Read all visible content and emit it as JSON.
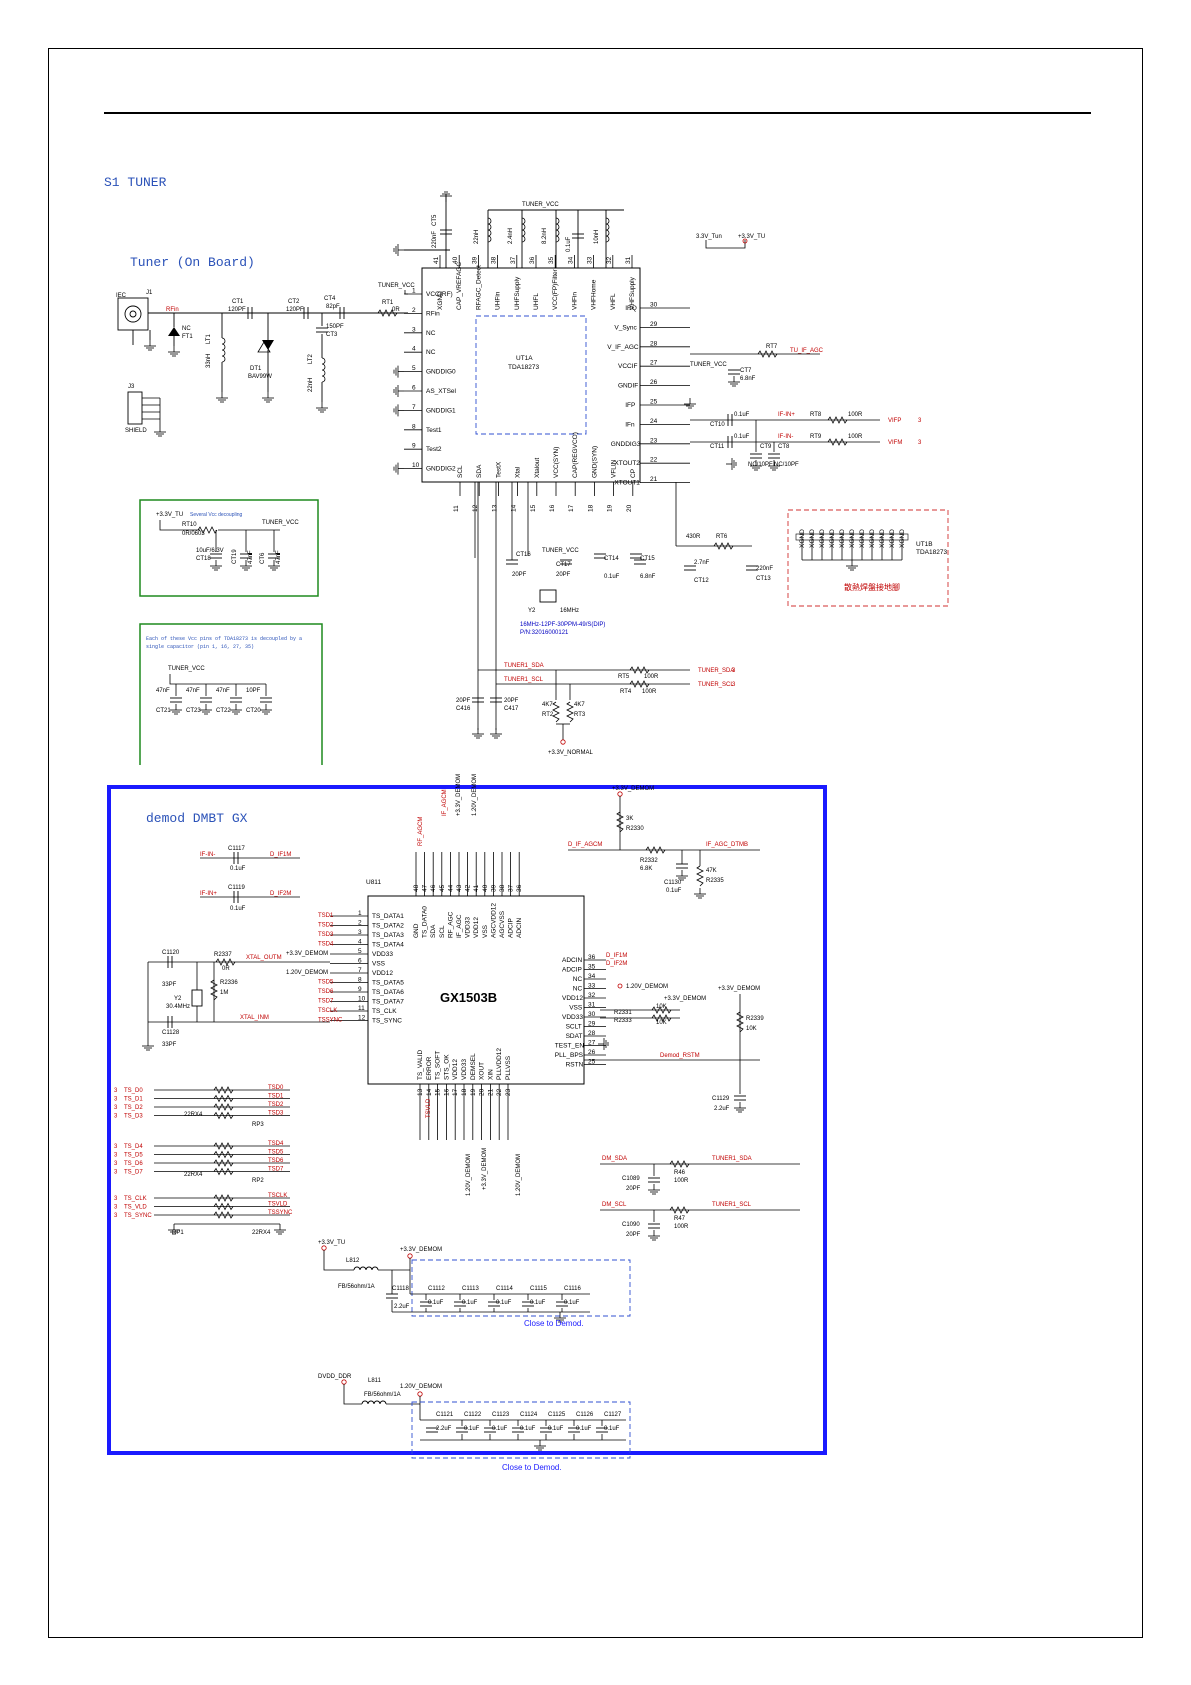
{
  "page": {
    "header_title": "S1 TUNER"
  },
  "tuner": {
    "title": "Tuner (On Board)",
    "chip_ref": "UT1A",
    "chip_part": "TDA18273",
    "chip_ref_b": "UT1B",
    "chip_part_b": "TDA18273",
    "left_pins": [
      {
        "num": "1",
        "name": "VCC(RF)"
      },
      {
        "num": "2",
        "name": "RFin"
      },
      {
        "num": "3",
        "name": "NC"
      },
      {
        "num": "4",
        "name": "NC"
      },
      {
        "num": "5",
        "name": "GNDDIG0"
      },
      {
        "num": "6",
        "name": "AS_XTSel"
      },
      {
        "num": "7",
        "name": "GNDDIG1"
      },
      {
        "num": "8",
        "name": "Test1"
      },
      {
        "num": "9",
        "name": "Test2"
      },
      {
        "num": "10",
        "name": "GNDDIG2"
      }
    ],
    "right_pins": [
      {
        "num": "30",
        "name": "IRQ"
      },
      {
        "num": "29",
        "name": "V_Sync"
      },
      {
        "num": "28",
        "name": "V_IF_AGC"
      },
      {
        "num": "27",
        "name": "VCCIF"
      },
      {
        "num": "26",
        "name": "GNDIF"
      },
      {
        "num": "25",
        "name": "IFP"
      },
      {
        "num": "24",
        "name": "IFn"
      },
      {
        "num": "23",
        "name": "GNDDIG3"
      },
      {
        "num": "22",
        "name": "XTOUT2"
      },
      {
        "num": "21",
        "name": "XTOUT1"
      }
    ],
    "top_pins": [
      {
        "num": "41",
        "name": "XGND"
      },
      {
        "num": "40",
        "name": "CAP_VREFAGC"
      },
      {
        "num": "39",
        "name": "RFAGC_Detect"
      },
      {
        "num": "38",
        "name": "UHFin"
      },
      {
        "num": "37",
        "name": "UHFSupply"
      },
      {
        "num": "36",
        "name": "UHFL"
      },
      {
        "num": "35",
        "name": "VCC(FP)Filter"
      },
      {
        "num": "34",
        "name": "VHFin"
      },
      {
        "num": "33",
        "name": "VHFHome"
      },
      {
        "num": "32",
        "name": "VHFL"
      },
      {
        "num": "31",
        "name": "VHFSupply"
      }
    ],
    "bottom_pins": [
      {
        "num": "11",
        "name": "SCL"
      },
      {
        "num": "12",
        "name": "SDA"
      },
      {
        "num": "13",
        "name": "TestX"
      },
      {
        "num": "14",
        "name": "Xtal"
      },
      {
        "num": "15",
        "name": "Xtalout"
      },
      {
        "num": "16",
        "name": "VCC(SYN)"
      },
      {
        "num": "17",
        "name": "CAP(REGVCO)"
      },
      {
        "num": "18",
        "name": "GND(SYN)"
      },
      {
        "num": "19",
        "name": "VFLIN"
      },
      {
        "num": "20",
        "name": "CP"
      }
    ],
    "labels": {
      "tuner_vcc": "TUNER_VCC",
      "iec": "IEC",
      "j1": "J1",
      "rfin": "RFin",
      "nc": "NC",
      "ft1": "FT1",
      "j3": "J3",
      "shield": "SHIELD",
      "lt1": "LT1",
      "lt1_val": "33nH",
      "dt1": "DT1",
      "dt1_val": "BAV99W",
      "lt2": "LT2",
      "lt2_val": "22nH",
      "ct1": "CT1",
      "ct1_val": "120PF",
      "ct2": "CT2",
      "ct2_val": "120PF",
      "ct3": "CT3",
      "ct3_val": "150PF",
      "ct4": "CT4",
      "ct4_val": "82pF",
      "rt1": "RT1",
      "rt1_val": "0R",
      "ct5": "CT5",
      "ct5_val": "220nF",
      "l_vals": [
        "22nH",
        "2.4nH",
        "8.2nH",
        "0.1uF",
        "10nH"
      ],
      "tun_3v3": "3.3V_Tun",
      "tu_3v3": "+3.3V_TU",
      "rt7": "RT7",
      "tu_if_agc": "TU_IF_AGC",
      "ct7": "CT7",
      "ct7_val": "6.8nF",
      "ifp_net": "IF-IN+",
      "ifn_net": "IF-IN-",
      "rt8": "RT8",
      "rt9": "RT9",
      "r100": "100R",
      "vifp": "VIFP",
      "vifm": "VIFM",
      "ct10": "CT10",
      "ct11": "CT11",
      "c01": "0.1uF",
      "ct9": "CT9",
      "ct8": "CT8",
      "ct9_val": "NC/10PF",
      "ct8_val": "NC/10PF",
      "rt6": "RT6",
      "rt6_val": "430R",
      "ct12": "CT12",
      "ct12_val": "2.7nF",
      "ct13": "CT13",
      "ct13_val": "220nF",
      "ct14": "CT14",
      "ct14_val": "0.1uF",
      "ct15": "CT15",
      "ct15_val": "6.8nF",
      "ct16": "CT16",
      "ct17": "CT17",
      "c20p": "20PF",
      "y2": "Y2",
      "y2_freq": "16MHz",
      "xtal_spec": "16MHz-12PF-30PPM-49/S(DIP)",
      "xtal_pn": "P/N:32016000121",
      "tuner1_sda": "TUNER1_SDA",
      "tuner1_scl": "TUNER1_SCL",
      "tuner_sda": "TUNER_SDA",
      "tuner_scl": "TUNER_SCL",
      "rt5": "RT5",
      "rt4": "RT4",
      "c416": "C416",
      "c417": "C417",
      "rt2": "RT2",
      "rt3": "RT3",
      "r4k7": "4K7",
      "v33_normal": "+3.3V_NORMAL",
      "page_ref": "3",
      "gnd_pads_caption": "散熱焊盤接地腳"
    },
    "decoupling_box1": {
      "note": "Several Vcc decoupling",
      "v33": "+3.3V_TU",
      "tuner_vcc": "TUNER_VCC",
      "rt10": "RT10",
      "rt10_val": "0R/0603",
      "ct18": "CT18",
      "ct18_val": "10uF/6.3V",
      "ct19": "CT19",
      "ct19_val": "47nF",
      "ct6": "CT6",
      "ct6_val": "47nF"
    },
    "decoupling_box2": {
      "note1": "Each of these Vcc pins of TDA18273 is decoupled by a",
      "note2": "single capacitor (pin 1, 16, 27, 35)",
      "tuner_vcc": "TUNER_VCC",
      "caps": [
        {
          "ref": "CT21",
          "val": "47nF"
        },
        {
          "ref": "CT23",
          "val": "47nF"
        },
        {
          "ref": "CT22",
          "val": "47nF"
        },
        {
          "ref": "CT20",
          "val": "10PF"
        }
      ]
    }
  },
  "demod": {
    "title": "demod DMBT GX",
    "chip_ref": "U811",
    "chip_part": "GX1503B",
    "left_pins": [
      {
        "num": "1",
        "name": "TS_DATA1",
        "net": "TSD1"
      },
      {
        "num": "2",
        "name": "TS_DATA2",
        "net": "TSD2"
      },
      {
        "num": "3",
        "name": "TS_DATA3",
        "net": "TSD3"
      },
      {
        "num": "4",
        "name": "TS_DATA4",
        "net": "TSD4"
      },
      {
        "num": "5",
        "name": "VDD33",
        "net": "+3.3V_DEMOM"
      },
      {
        "num": "6",
        "name": "VSS",
        "net": ""
      },
      {
        "num": "7",
        "name": "VDD12",
        "net": "1.20V_DEMOM"
      },
      {
        "num": "8",
        "name": "TS_DATA5",
        "net": "TSD5"
      },
      {
        "num": "9",
        "name": "TS_DATA6",
        "net": "TSD6"
      },
      {
        "num": "10",
        "name": "TS_DATA7",
        "net": "TSD7"
      },
      {
        "num": "11",
        "name": "TS_CLK",
        "net": "TSCLK"
      },
      {
        "num": "12",
        "name": "TS_SYNC",
        "net": "TSSYNC"
      }
    ],
    "right_pins": [
      {
        "num": "36",
        "name": "ADCIN"
      },
      {
        "num": "35",
        "name": "ADCIP"
      },
      {
        "num": "34",
        "name": "NC"
      },
      {
        "num": "33",
        "name": "NC"
      },
      {
        "num": "32",
        "name": "VDD12"
      },
      {
        "num": "31",
        "name": "VSS"
      },
      {
        "num": "30",
        "name": "VDD33"
      },
      {
        "num": "29",
        "name": "SCLT"
      },
      {
        "num": "28",
        "name": "SDAT"
      },
      {
        "num": "27",
        "name": "TEST_EN"
      },
      {
        "num": "26",
        "name": "PLL_BPS"
      },
      {
        "num": "25",
        "name": "RSTN"
      }
    ],
    "top_pins": [
      "GND",
      "TS_DATA0",
      "SDA",
      "SCL",
      "RF_AGC",
      "IF_AGC",
      "VDD33",
      "VDD12",
      "VSS",
      "AGCVDD12",
      "AGCVSS",
      "ADCIP",
      "ADCIN"
    ],
    "bottom_pins": [
      "TS_VALID",
      "ERROR",
      "TS_SOFT",
      "STS_OK",
      "VDD12",
      "VDD33",
      "DEMSEL",
      "XOUT",
      "XIN",
      "PLLVDD12",
      "PLLVSS"
    ],
    "labels": {
      "d_if1m": "D_IF1M",
      "d_if2m": "D_IF2M",
      "if_in_p": "IF-IN+",
      "if_in_n": "IF-IN-",
      "c1117": "C1117",
      "c1119": "C1119",
      "c01": "0.1uF",
      "c1120": "C1120",
      "c1128": "C1128",
      "c33p": "33PF",
      "r2337": "R2337",
      "r2337_val": "0R",
      "r2336": "R2336",
      "r2336_val": "1M",
      "y_ref": "Y2",
      "y_freq": "30.4MHz",
      "xtal_outm": "XTAL_OUTM",
      "xtal_inm": "XTAL_INM",
      "v33_demom": "+3.3V_DEMOM",
      "v12_demom": "1.20V_DEMOM",
      "r2330": "R2330",
      "r2330_val": "3K",
      "d_if_agcm": "D_IF_AGCM",
      "if_agc_dtmb": "IF_AGC_DTMB",
      "r2332": "R2332",
      "r2332_val": "6.8K",
      "r2335": "R2335",
      "r2335_val": "47K",
      "c1130": "C1130",
      "r2331": "R2331",
      "r2333": "R2333",
      "r10k": "10K",
      "r2339": "R2339",
      "demod_rstm": "Demod_RSTM",
      "c1129": "C1129",
      "c1129_val": "2.2uF",
      "dm_sda": "DM_SDA",
      "dm_scl": "DM_SCL",
      "tuner1_sda": "TUNER1_SDA",
      "tuner1_scl": "TUNER1_SCL",
      "c1089": "C1089",
      "c1090": "C1090",
      "c20p": "20PF",
      "r46": "R46",
      "r47": "R47",
      "r100": "100R",
      "rp3": "RP3",
      "rp2": "RP2",
      "rp1": "RP1",
      "r22x4": "22RX4",
      "ts_left": [
        "TS_D0",
        "TS_D1",
        "TS_D2",
        "TS_D3"
      ],
      "ts_left2": [
        "TS_D4",
        "TS_D5",
        "TS_D6",
        "TS_D7"
      ],
      "ts_left3": [
        "TS_CLK",
        "TS_VLD",
        "TS_SYNC"
      ],
      "ts_right": [
        "TSD0",
        "TSD1",
        "TSD2",
        "TSD3"
      ],
      "ts_right2": [
        "TSD4",
        "TSD5",
        "TSD6",
        "TSD7"
      ],
      "ts_right3": [
        "TSCLK",
        "TSVLD",
        "TSSYNC"
      ],
      "tsvld": "TSVLD",
      "page_ref": "3",
      "v33_tu": "+3.3V_TU",
      "l812": "L812",
      "fb": "FB/56ohm/1A",
      "c1118": "C1118",
      "c22u": "2.2uF",
      "bank1": [
        "C1112",
        "C1113",
        "C1114",
        "C1115",
        "C1116"
      ],
      "close_to_demod": "Close to Demod.",
      "dvdd_ddr": "DVDD_DDR",
      "l811": "L811",
      "c1121": "C1121",
      "bank2": [
        "C1122",
        "C1123",
        "C1124",
        "C1125",
        "C1126",
        "C1127"
      ],
      "if_agc_top": "IF_AGCM",
      "rf_agc_top": "RF_AGCM"
    }
  }
}
